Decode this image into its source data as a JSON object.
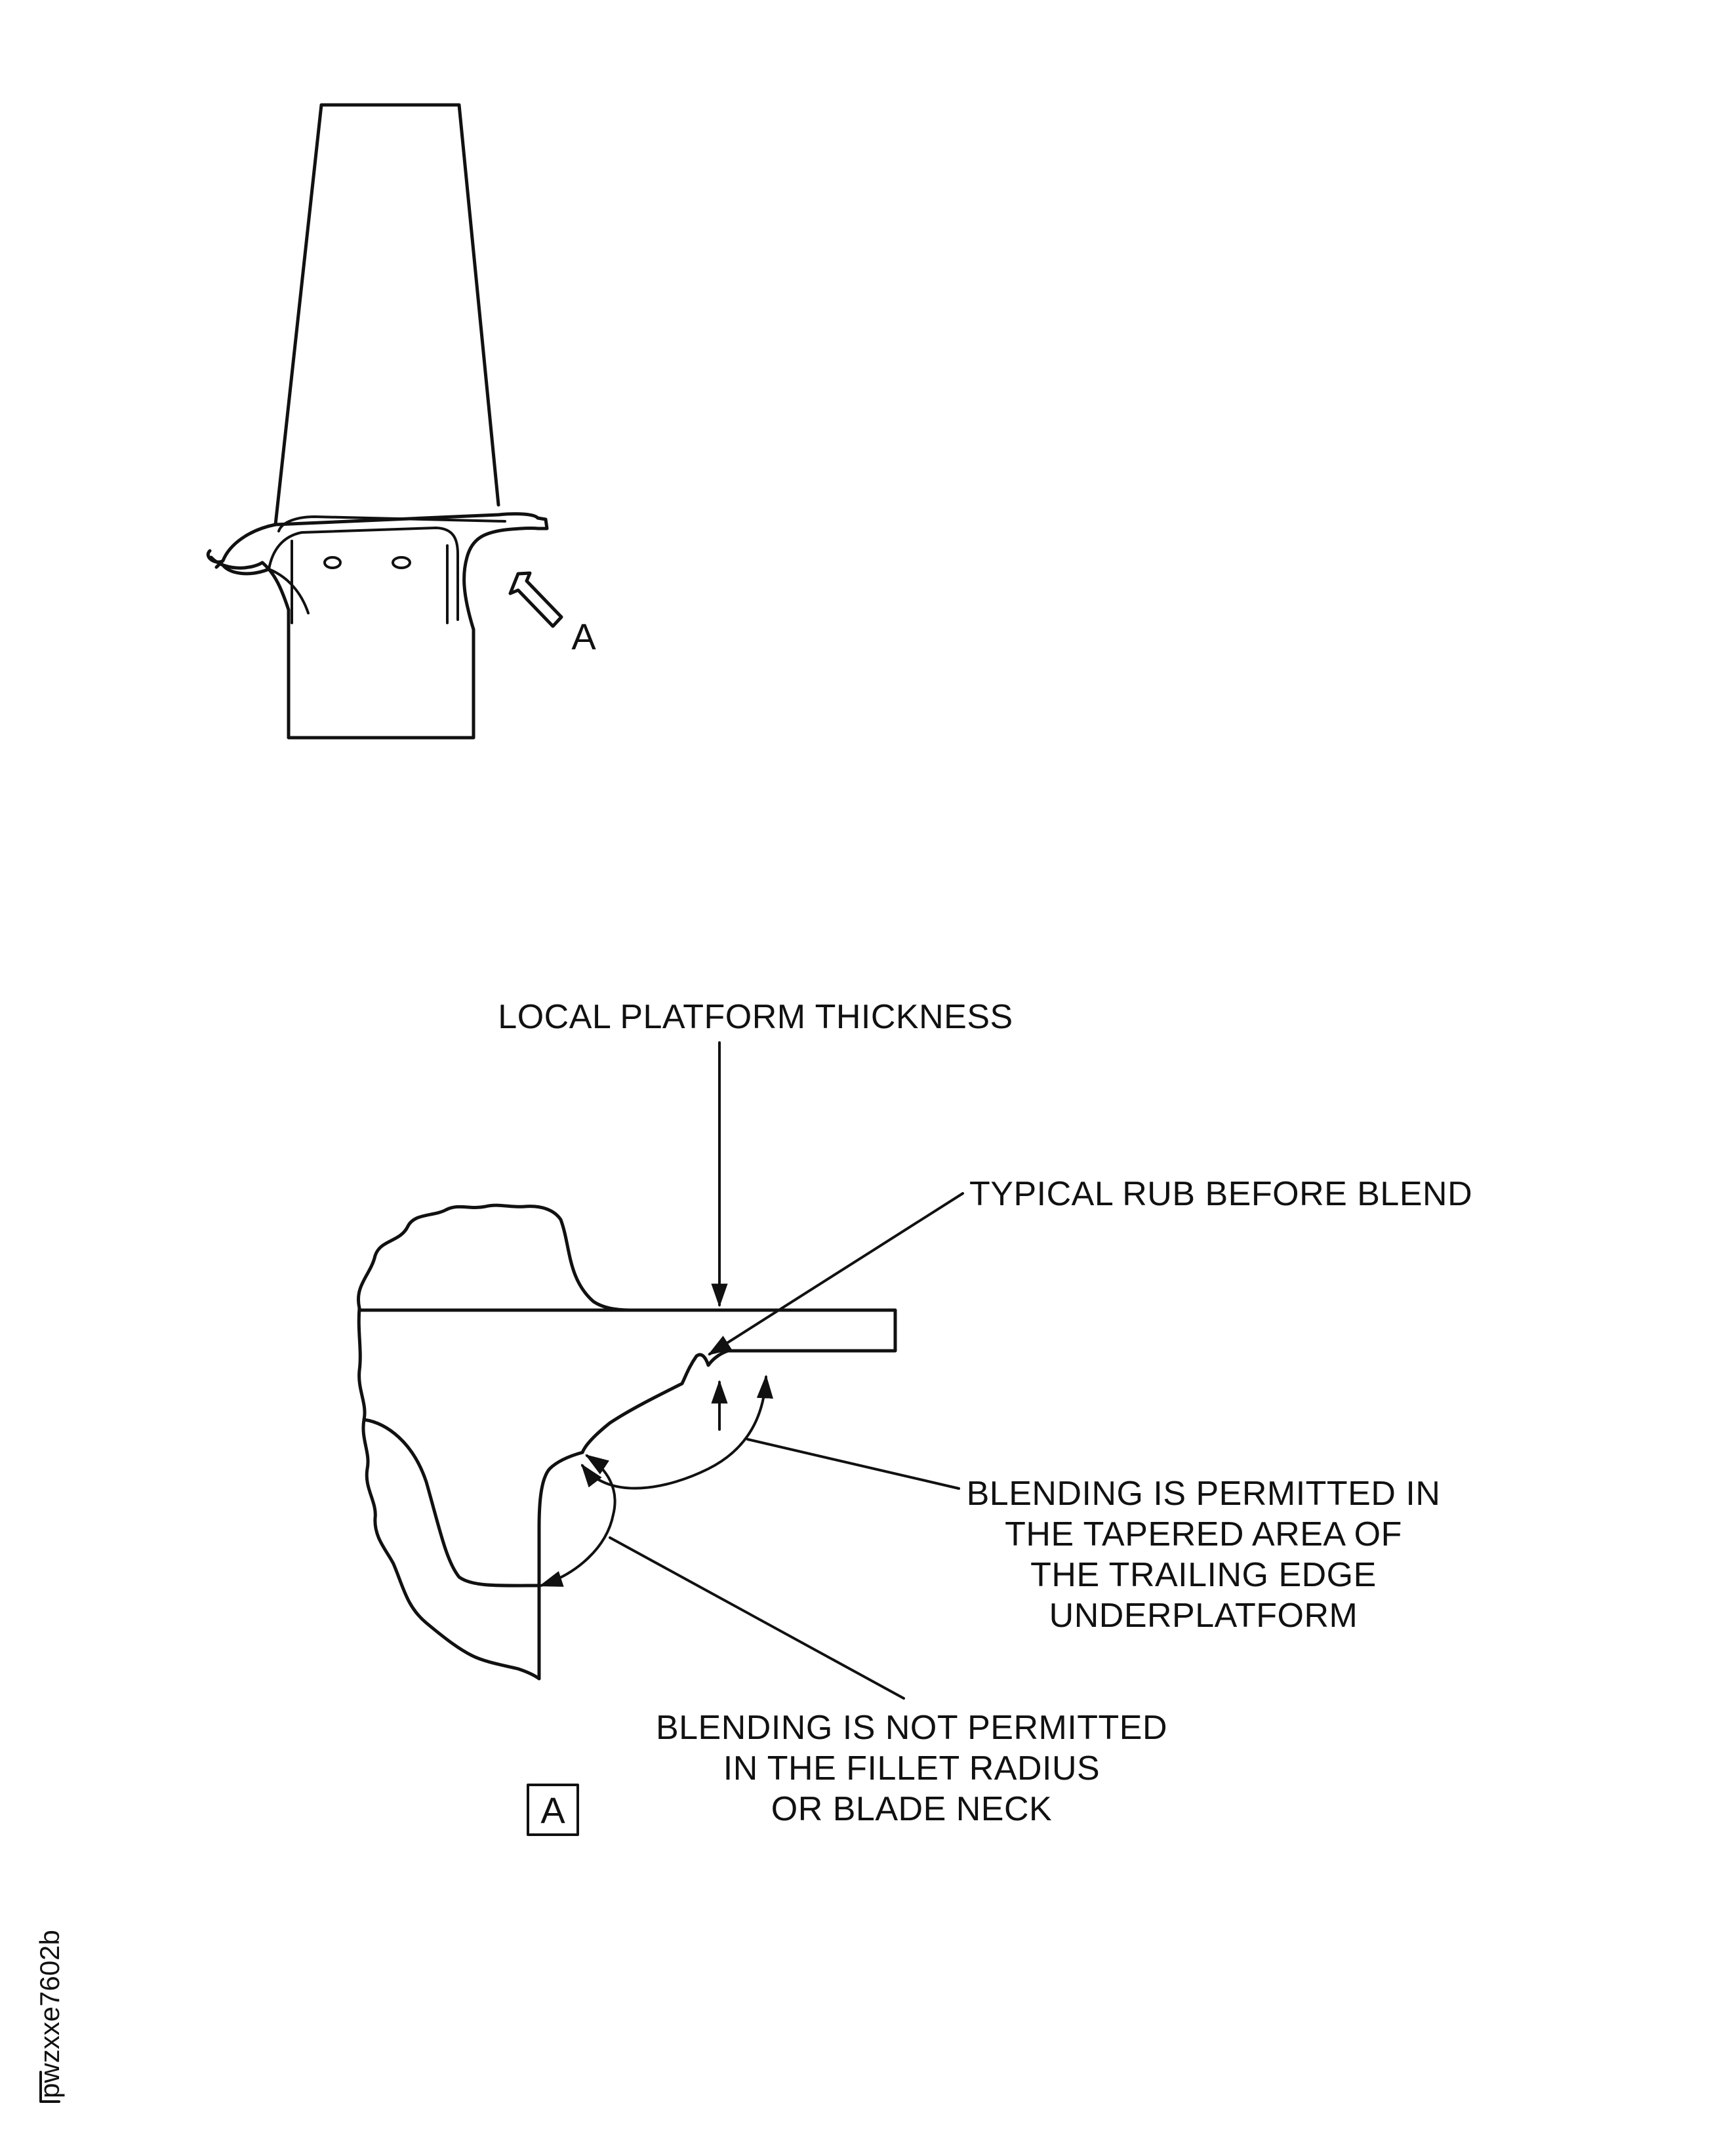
{
  "view_arrow_label": "A",
  "labels": {
    "local_platform_thickness": "LOCAL PLATFORM THICKNESS",
    "typical_rub": "TYPICAL RUB BEFORE BLEND",
    "blending_permitted": [
      "BLENDING IS PERMITTED IN",
      "THE TAPERED AREA OF",
      "THE TRAILING EDGE",
      "UNDERPLATFORM"
    ],
    "blending_not_permitted": [
      "BLENDING IS NOT PERMITTED",
      "IN THE FILLET RADIUS",
      "OR BLADE NECK"
    ]
  },
  "view_box_label": "A",
  "figure_code": "pwzxxe7602b"
}
